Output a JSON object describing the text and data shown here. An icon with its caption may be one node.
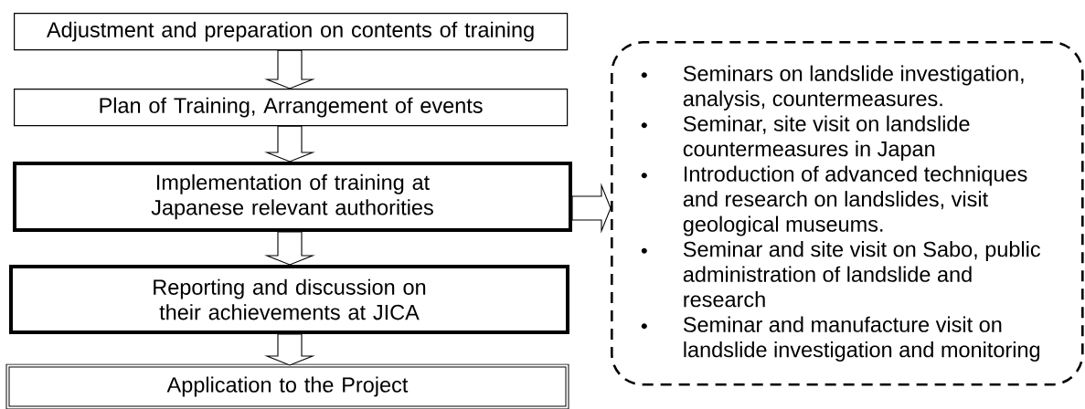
{
  "diagram": {
    "nodes": [
      {
        "text": [
          "Adjustment and preparation on contents of training"
        ]
      },
      {
        "text": [
          "Plan of Training, Arrangement of events"
        ]
      },
      {
        "text": [
          "Implementation of training at Japanese relevant authorities"
        ]
      },
      {
        "text": [
          "Reporting and discussion on their achievements at JICA"
        ]
      },
      {
        "text": [
          "Application to the Project"
        ]
      },
      {
        "text": [
          "Seminars on landslide investigation, analysis, countermeasures.",
          "Seminar, site visit on landslide countermeasures in Japan",
          "Introduction of advanced techniques and research on landslides, visit geological museums.",
          "Seminar and site visit on Sabo, public administration of landslide and research",
          "Seminar and manufacture visit on landslide investigation and monitoring"
        ]
      }
    ],
    "edges": [
      {
        "from": 0,
        "to": 1,
        "arrow": "to"
      },
      {
        "from": 1,
        "to": 2,
        "arrow": "to"
      },
      {
        "from": 2,
        "to": 3,
        "arrow": "to"
      },
      {
        "from": 3,
        "to": 4,
        "arrow": "to"
      },
      {
        "from": 2,
        "to": 5,
        "arrow": "to"
      }
    ]
  }
}
